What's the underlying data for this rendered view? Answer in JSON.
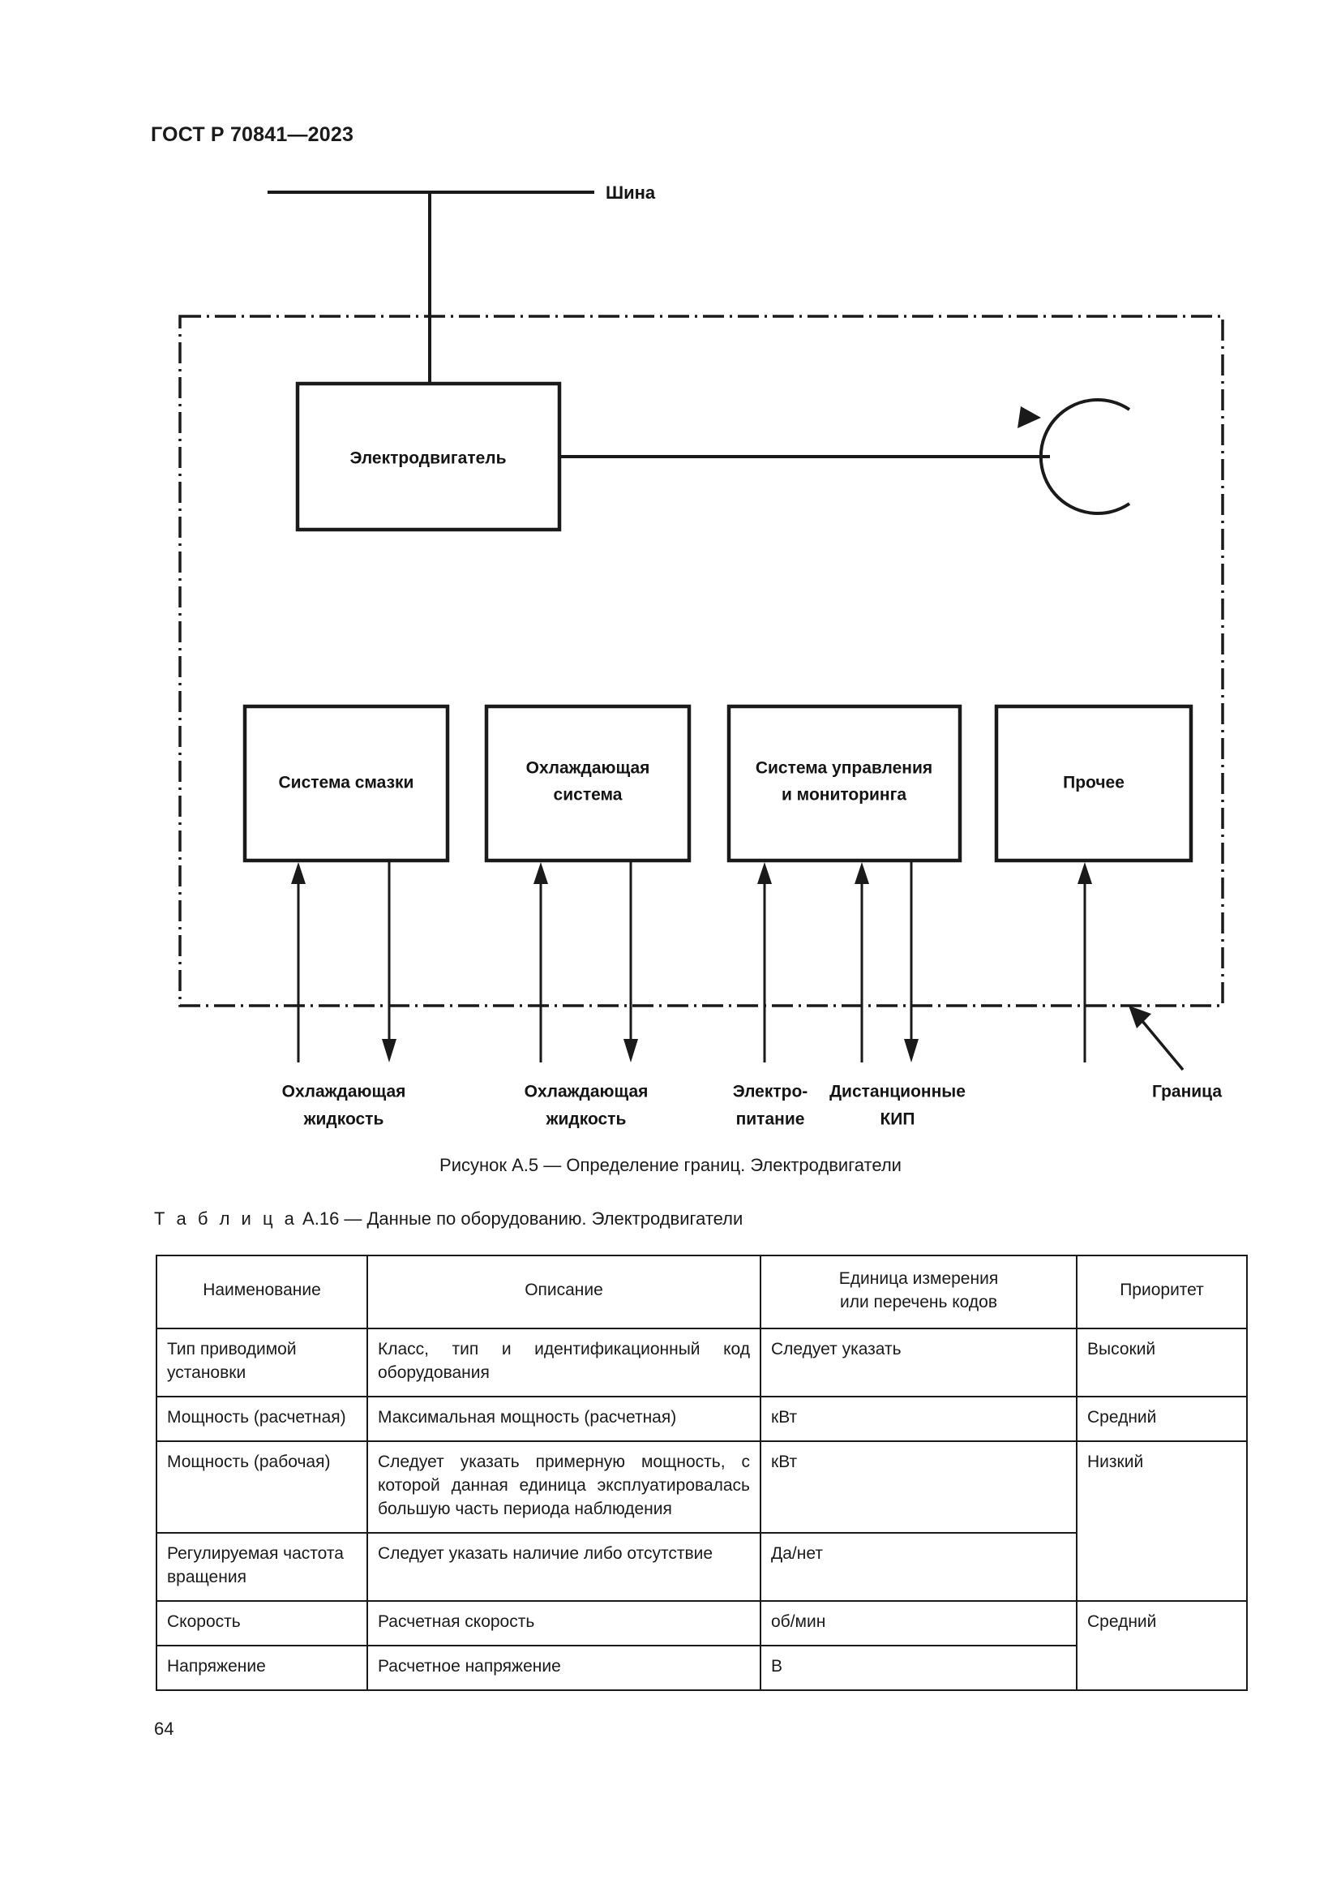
{
  "document": {
    "header": "ГОСТ Р 70841—2023",
    "page_number": "64"
  },
  "figure": {
    "caption": "Рисунок А.5 — Определение границ. Электродвигатели",
    "bus_label": "Шина",
    "motor_label": "Электродвигатель",
    "boundary_label": "Граница",
    "rotation_icon": "rotation-arrow-icon",
    "subsystems": [
      {
        "label_line1": "Система смазки",
        "label_line2": ""
      },
      {
        "label_line1": "Охлаждающая",
        "label_line2": "система"
      },
      {
        "label_line1": "Система управления",
        "label_line2": "и мониторинга"
      },
      {
        "label_line1": "Прочее",
        "label_line2": ""
      }
    ],
    "io_labels": [
      {
        "line1": "Охлаждающая",
        "line2": "жидкость"
      },
      {
        "line1": "Охлаждающая",
        "line2": "жидкость"
      },
      {
        "line1": "Электро-",
        "line2": "питание"
      },
      {
        "line1": "Дистанционные",
        "line2": "КИП"
      }
    ]
  },
  "table": {
    "caption_prefix": "Т а б л и ц а",
    "caption_rest": "А.16 — Данные по оборудованию. Электродвигатели",
    "headers": [
      "Наименование",
      "Описание",
      "Единица измерения\nили перечень кодов",
      "Приоритет"
    ],
    "header_unit_line1": "Единица измерения",
    "header_unit_line2": "или перечень кодов",
    "rows": [
      {
        "name": "Тип приводимой установки",
        "description": "Класс, тип и идентификационный код оборудования",
        "unit": "Следует указать",
        "priority": "Высокий"
      },
      {
        "name": "Мощность (расчетная)",
        "description": "Максимальная мощность (расчетная)",
        "unit": "кВт",
        "priority": "Средний"
      },
      {
        "name": "Мощность (рабочая)",
        "description": "Следует указать примерную мощность, с которой данная единица эксплуатировалась большую часть периода наблюдения",
        "unit": "кВт",
        "priority": "Низкий"
      },
      {
        "name": "Регулируемая частота вращения",
        "description": "Следует указать наличие либо отсутствие",
        "unit": "Да/нет",
        "priority": ""
      },
      {
        "name": "Скорость",
        "description": "Расчетная скорость",
        "unit": "об/мин",
        "priority": "Средний"
      },
      {
        "name": "Напряжение",
        "description": "Расчетное напряжение",
        "unit": "В",
        "priority": ""
      }
    ]
  },
  "colors": {
    "ink": "#1a1a1a",
    "paper": "#ffffff"
  }
}
